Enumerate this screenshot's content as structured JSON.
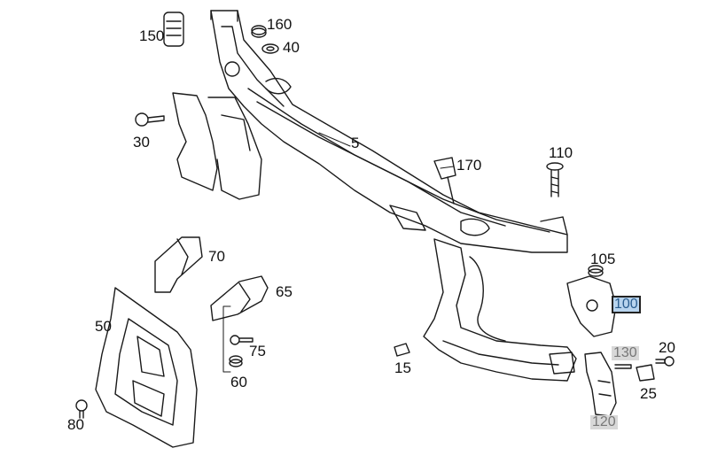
{
  "diagram": {
    "callouts": [
      {
        "id": "p150",
        "text": "150"
      },
      {
        "id": "p160",
        "text": "160"
      },
      {
        "id": "p40",
        "text": "40"
      },
      {
        "id": "p30",
        "text": "30"
      },
      {
        "id": "p5",
        "text": "5"
      },
      {
        "id": "p170",
        "text": "170"
      },
      {
        "id": "p110",
        "text": "110"
      },
      {
        "id": "p70",
        "text": "70"
      },
      {
        "id": "p65",
        "text": "65"
      },
      {
        "id": "p50",
        "text": "50"
      },
      {
        "id": "p105",
        "text": "105"
      },
      {
        "id": "p100",
        "text": "100"
      },
      {
        "id": "p75",
        "text": "75"
      },
      {
        "id": "p130",
        "text": "130"
      },
      {
        "id": "p20",
        "text": "20"
      },
      {
        "id": "p15",
        "text": "15"
      },
      {
        "id": "p60",
        "text": "60"
      },
      {
        "id": "p25",
        "text": "25"
      },
      {
        "id": "p80",
        "text": "80"
      },
      {
        "id": "p120",
        "text": "120"
      }
    ],
    "colors": {
      "line": "#1a1a1a",
      "highlight_fill": "#b8d4ee",
      "highlight_text": "#2a5d8f",
      "dim_fill": "#d8d8d8"
    }
  }
}
